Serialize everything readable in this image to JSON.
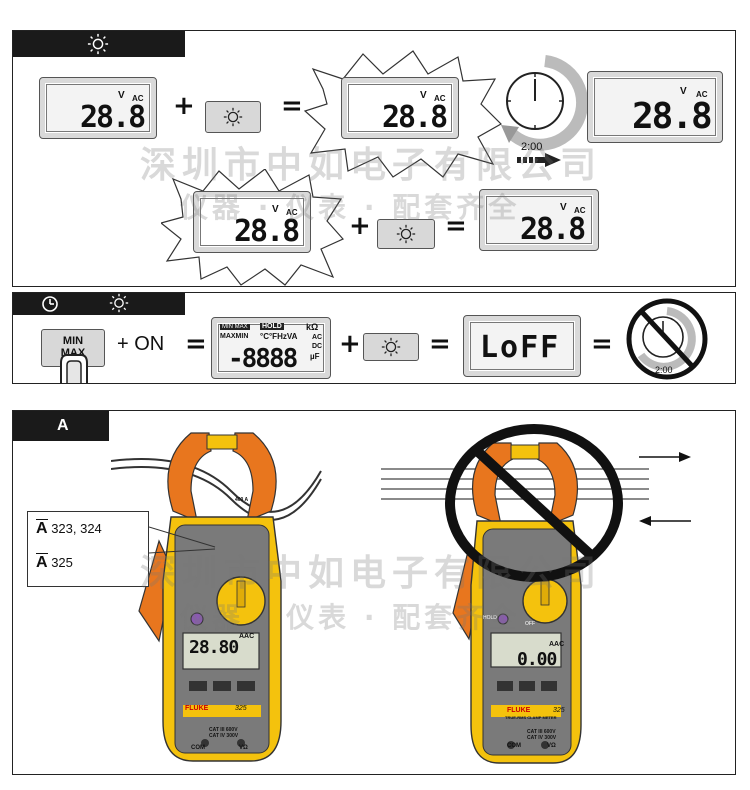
{
  "panel1": {
    "display_value": "28.8",
    "unit_v": "V",
    "unit_ac": "AC",
    "op_plus": "+",
    "op_equals": "=",
    "timer_label": "2:00"
  },
  "panel2": {
    "button_line1": "MIN",
    "button_line2": "MAX",
    "plus_on": "+ ON",
    "op_equals": "=",
    "op_plus": "+",
    "lcd_badge1": "MIN MAX",
    "lcd_badge2": "HOLD",
    "lcd_row1": "MAXMIN",
    "lcd_row2": "°C°FHzVA",
    "lcd_kohm": "kΩ",
    "lcd_ac": "AC",
    "lcd_dc": "DC",
    "lcd_uf": "µF",
    "lcd_digits": "-8888",
    "loff": "LoFF",
    "timer_label": "2:00"
  },
  "panel3": {
    "tab_label": "A",
    "legend1_model": "323, 324",
    "legend2_model": "325",
    "legend_symbol": "A",
    "left_meter_reading": "28.80",
    "right_meter_reading": "0.00",
    "meter_reading_unit": "AAC",
    "brand": "FLUKE",
    "model": "325",
    "subtitle": "TRUE-RMS CLAMP METER",
    "cat1": "CAT III 600V",
    "cat2": "CAT IV 300V",
    "jack_com": "COM",
    "jack_v": "VΩ",
    "jaw_rating": "400 A",
    "off": "OFF",
    "hold": "HOLD"
  },
  "watermark": {
    "line1": "深圳市中如电子有限公司",
    "line2": "仪器 · 仪表 · 配套齐全"
  },
  "colors": {
    "orange": "#e8761e",
    "yellow": "#f4c20d",
    "dark": "#1a1a1a",
    "gray": "#d8d8d8"
  }
}
